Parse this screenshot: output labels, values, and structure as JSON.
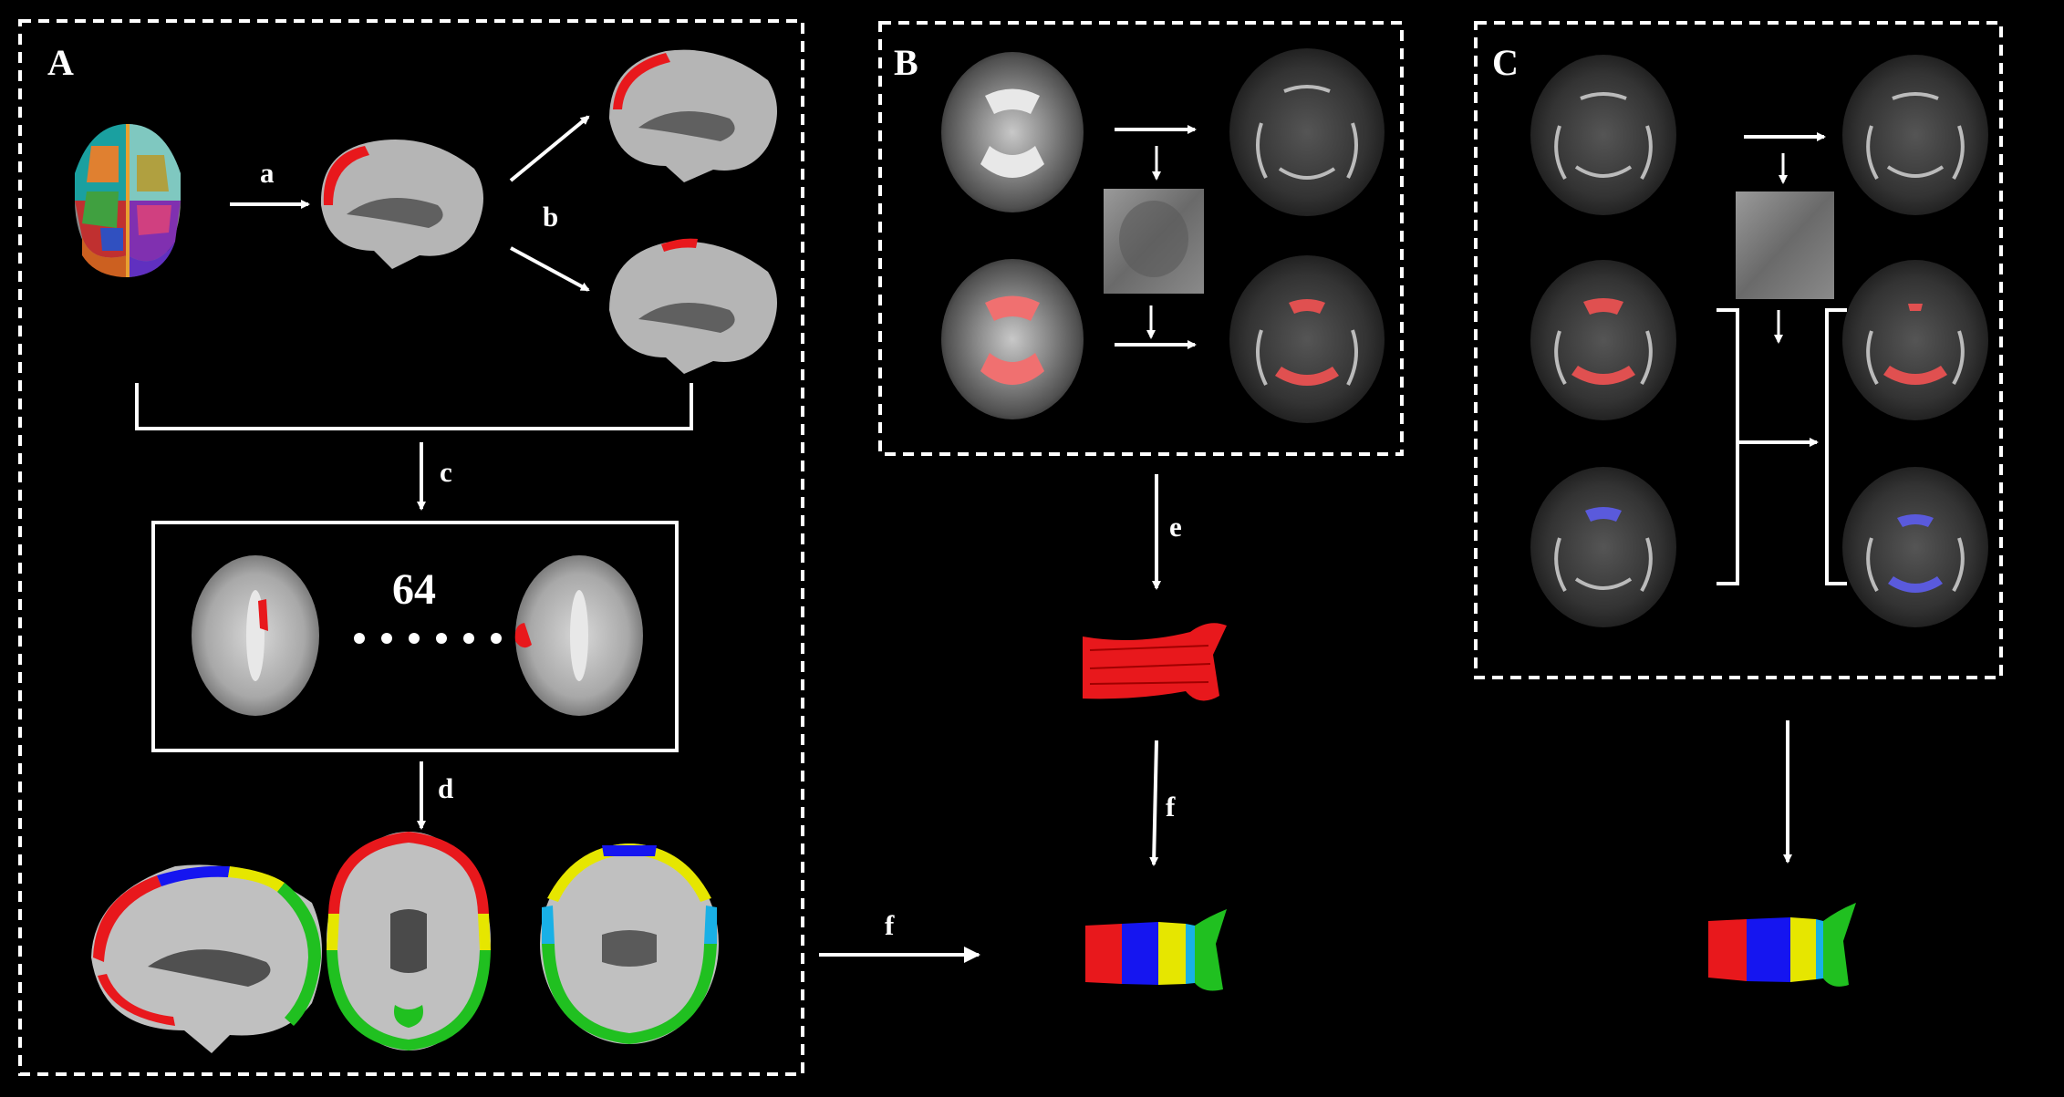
{
  "panels": {
    "a": "A",
    "b": "B",
    "c": "C"
  },
  "steps": {
    "a": "a",
    "b": "b",
    "c": "c",
    "d": "d",
    "e": "e",
    "f1": "f",
    "f2": "f"
  },
  "roi_count": "64",
  "colors": {
    "background": "#000000",
    "roi_red": "#e8181c",
    "tract_blue": "#1515f0",
    "tract_yellow": "#e6e600",
    "tract_cyan": "#19b0e6",
    "tract_green": "#20c020",
    "overlay_blue": "#5a5adc"
  },
  "icons": [
    "brain-parcellation",
    "brain-sagittal",
    "brain-axial",
    "fa-template",
    "fa-map",
    "warp-field",
    "callosum-tract",
    "parcellated-callosum"
  ]
}
